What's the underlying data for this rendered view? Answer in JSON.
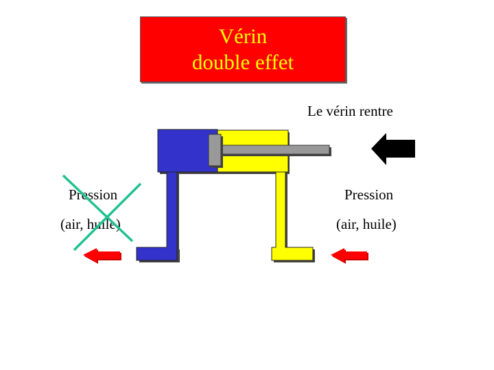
{
  "title": {
    "line1": "Vérin",
    "line2": "double effet"
  },
  "caption": "Le vérin rentre",
  "left_port": {
    "label": "Pression",
    "sublabel": "(air, huile)",
    "crossed_out": true
  },
  "right_port": {
    "label": "Pression",
    "sublabel": "(air, huile)",
    "crossed_out": false
  },
  "colors": {
    "title_background": "#ff0000",
    "title_text": "#ffff00",
    "left_chamber": "#3333cc",
    "right_chamber": "#ffff00",
    "piston_rod": "#999999",
    "flow_arrow": "#ff0000",
    "motion_arrow": "#000000",
    "cross_mark": "#20c090"
  },
  "icons": {
    "motion_arrow": "arrow-left-icon",
    "flow_arrows": "arrow-left-icon",
    "cross": "cross-icon"
  }
}
